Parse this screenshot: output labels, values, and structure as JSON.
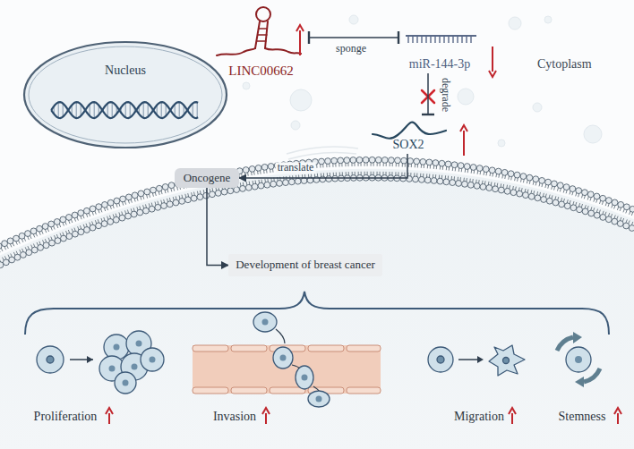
{
  "diagram": {
    "nodes": [
      {
        "text": [
          "Nucleus"
        ]
      },
      {
        "text": [
          "LINC00662"
        ]
      },
      {
        "text": [
          "miR-144-3p"
        ]
      },
      {
        "text": [
          "SOX2"
        ]
      },
      {
        "text": [
          "Oncogene"
        ]
      },
      {
        "text": [
          "Development of breast cancer"
        ]
      },
      {
        "text": [
          "Proliferation"
        ]
      },
      {
        "text": [
          "Invasion"
        ]
      },
      {
        "text": [
          "Migration"
        ]
      },
      {
        "text": [
          "Stemness"
        ]
      }
    ],
    "edges": [
      {
        "from": 1,
        "to": 2,
        "label": "sponge",
        "arrow": "both"
      },
      {
        "from": 2,
        "to": 3,
        "label": "degrade",
        "arrow": "to"
      },
      {
        "from": 3,
        "to": 4,
        "label": "translate",
        "arrow": "to"
      },
      {
        "from": 4,
        "to": 5,
        "arrow": "to"
      }
    ],
    "labels": [
      "Cytoplasm"
    ]
  }
}
